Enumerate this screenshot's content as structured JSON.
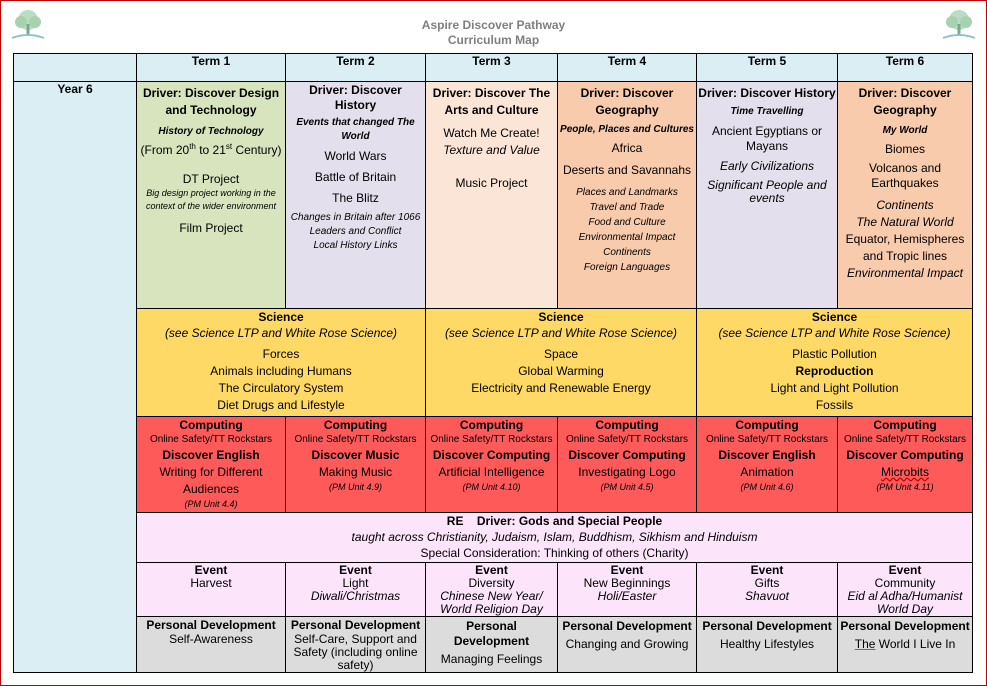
{
  "title": "Aspire Discover Pathway",
  "subtitle": "Curriculum Map",
  "year": "Year 6",
  "terms": [
    "Term 1",
    "Term 2",
    "Term 3",
    "Term 4",
    "Term 5",
    "Term 6"
  ],
  "drivers": [
    {
      "title": "Driver: Discover Design and Technology",
      "sub": "History of Technology",
      "range_pre": "(From 20",
      "range_sup1": "th",
      "range_mid": " to 21",
      "range_sup2": "st",
      "range_post": " Century)",
      "items": [
        {
          "text": "DT Project"
        },
        {
          "text": "Big design project working in the context of the wider environment",
          "style": "i xs"
        },
        {
          "text": "Film Project"
        }
      ]
    },
    {
      "title": "Driver: Discover History",
      "sub": "Events that changed The World",
      "items": [
        {
          "text": "World Wars"
        },
        {
          "text": "Battle of Britain"
        },
        {
          "text": "The Blitz"
        },
        {
          "text": "Changes in Britain after 1066",
          "style": "i sm"
        },
        {
          "text": "Leaders and Conflict",
          "style": "i sm"
        },
        {
          "text": "Local History Links",
          "style": "i sm"
        }
      ]
    },
    {
      "title": "Driver: Discover The Arts and Culture",
      "items": [
        {
          "text": "Watch Me Create!"
        },
        {
          "text": "Texture and Value",
          "style": "i"
        },
        {
          "text": "Music Project"
        }
      ]
    },
    {
      "title": "Driver: Discover Geography",
      "sub": "People, Places and Cultures",
      "items": [
        {
          "text": "Africa"
        },
        {
          "text": "Deserts and Savannahs"
        },
        {
          "text": "Places and Landmarks",
          "style": "i sm"
        },
        {
          "text": "Travel and Trade",
          "style": "i sm"
        },
        {
          "text": "Food and Culture",
          "style": "i sm"
        },
        {
          "text": "Environmental Impact",
          "style": "i sm"
        },
        {
          "text": "Continents",
          "style": "i sm"
        },
        {
          "text": "Foreign Languages",
          "style": "i sm"
        }
      ]
    },
    {
      "title": "Driver: Discover History",
      "sub": "Time Travelling",
      "items": [
        {
          "text": "Ancient Egyptians or Mayans"
        },
        {
          "text": "Early Civilizations",
          "style": "i"
        },
        {
          "text": "Significant People and events",
          "style": "i"
        }
      ]
    },
    {
      "title": "Driver: Discover Geography",
      "sub": "My World",
      "items": [
        {
          "text": "Biomes"
        },
        {
          "text": "Volcanos and Earthquakes"
        },
        {
          "text": "Continents",
          "style": "i"
        },
        {
          "text": "The Natural World",
          "style": "i"
        },
        {
          "text": "Equator, Hemispheres and Tropic lines"
        },
        {
          "text": "Environmental Impact",
          "style": "i"
        }
      ]
    }
  ],
  "science": [
    {
      "title": "Science",
      "note": "(see Science LTP and White Rose Science)",
      "items": [
        "Forces",
        "Animals including Humans",
        "The Circulatory System",
        "Diet Drugs and Lifestyle"
      ]
    },
    {
      "title": "Science",
      "note": "(see Science LTP and White Rose Science)",
      "items": [
        "Space",
        "Global Warming",
        "Electricity and Renewable Energy"
      ]
    },
    {
      "title": "Science",
      "note": "(see Science LTP and White Rose Science)",
      "items": [
        "Plastic Pollution",
        "Reproduction",
        "Light and Light Pollution",
        "Fossils"
      ]
    }
  ],
  "computing": [
    {
      "title": "Computing",
      "safety": "Online Safety/TT Rockstars",
      "subject": "Discover English",
      "topic": "Writing for Different Audiences",
      "unit": "(PM Unit 4.4)"
    },
    {
      "title": "Computing",
      "safety": "Online Safety/TT Rockstars",
      "subject": "Discover Music",
      "topic": "Making Music",
      "unit": "(PM Unit 4.9)"
    },
    {
      "title": "Computing",
      "safety": "Online Safety/TT Rockstars",
      "subject": "Discover Computing",
      "topic": "Artificial Intelligence",
      "unit": "(PM Unit 4.10)"
    },
    {
      "title": "Computing",
      "safety": "Online Safety/TT Rockstars",
      "subject": "Discover Computing",
      "topic": "Investigating Logo",
      "unit": "(PM Unit 4.5)"
    },
    {
      "title": "Computing",
      "safety": "Online Safety/TT Rockstars",
      "subject": "Discover English",
      "topic": "Animation",
      "unit": "(PM Unit 4.6)"
    },
    {
      "title": "Computing",
      "safety": "Online Safety/TT Rockstars",
      "subject": "Discover Computing",
      "topic": "Microbits",
      "unit": "(PM Unit 4.11)"
    }
  ],
  "re": {
    "label": "RE",
    "driver": "Driver: Gods and Special People",
    "taught": "taught across Christianity, Judaism, Islam, Buddhism, Sikhism and Hinduism",
    "special": "Special Consideration: Thinking of others (Charity)"
  },
  "events": [
    {
      "label": "Event",
      "name": "Harvest",
      "detail": ""
    },
    {
      "label": "Event",
      "name": "Light",
      "detail": "Diwali/Christmas"
    },
    {
      "label": "Event",
      "name": "Diversity",
      "detail": "Chinese New Year/ World Religion Day"
    },
    {
      "label": "Event",
      "name": "New Beginnings",
      "detail": "Holi/Easter"
    },
    {
      "label": "Event",
      "name": "Gifts",
      "detail": "Shavuot"
    },
    {
      "label": "Event",
      "name": "Community",
      "detail": "Eid al Adha/Humanist World Day"
    }
  ],
  "personal": [
    {
      "label": "Personal Development",
      "topic": "Self-Awareness"
    },
    {
      "label": "Personal Development",
      "topic": "Self-Care, Support and Safety (including online safety)"
    },
    {
      "label": "Personal Development",
      "topic": "Managing Feelings"
    },
    {
      "label": "Personal Development",
      "topic": "Changing and Growing"
    },
    {
      "label": "Personal Development",
      "topic": "Healthy Lifestyles"
    },
    {
      "label": "Personal Development",
      "topic_u": "The",
      "topic_rest": " World I Live In"
    }
  ],
  "colors": {
    "border": "#c00000",
    "header": "#dbeef4",
    "design": "#d7e4bd",
    "history": "#e4dfec",
    "arts": "#fbe5d6",
    "geography": "#f8cbad",
    "science": "#ffd966",
    "computing": "#ff5a5a",
    "re_events": "#fce4fb",
    "personal_dev": "#dcdcdc"
  },
  "icons": {
    "logo": "tree-logo-icon"
  }
}
